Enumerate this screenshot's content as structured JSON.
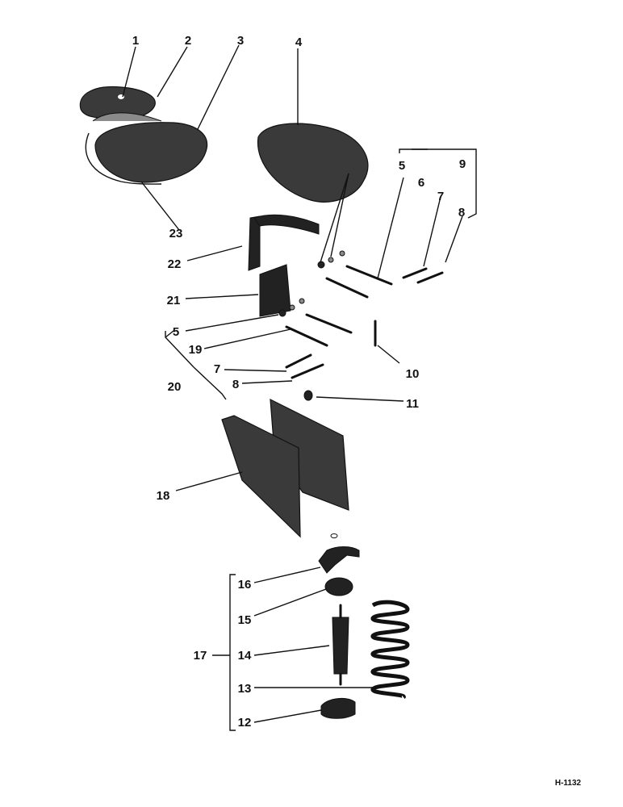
{
  "diagram": {
    "figure_id": "H-1132",
    "callouts": [
      {
        "key": "c1",
        "label": "1"
      },
      {
        "key": "c2",
        "label": "2"
      },
      {
        "key": "c3",
        "label": "3"
      },
      {
        "key": "c4",
        "label": "4"
      },
      {
        "key": "c5a",
        "label": "5"
      },
      {
        "key": "c6",
        "label": "6"
      },
      {
        "key": "c7a",
        "label": "7"
      },
      {
        "key": "c8a",
        "label": "8"
      },
      {
        "key": "c9",
        "label": "9"
      },
      {
        "key": "c10",
        "label": "10"
      },
      {
        "key": "c11",
        "label": "11"
      },
      {
        "key": "c12",
        "label": "12"
      },
      {
        "key": "c13",
        "label": "13"
      },
      {
        "key": "c14",
        "label": "14"
      },
      {
        "key": "c15",
        "label": "15"
      },
      {
        "key": "c16",
        "label": "16"
      },
      {
        "key": "c17",
        "label": "17"
      },
      {
        "key": "c18",
        "label": "18"
      },
      {
        "key": "c19",
        "label": "19"
      },
      {
        "key": "c20",
        "label": "20"
      },
      {
        "key": "c21",
        "label": "21"
      },
      {
        "key": "c22",
        "label": "22"
      },
      {
        "key": "c23",
        "label": "23"
      },
      {
        "key": "c5b",
        "label": "5"
      },
      {
        "key": "c7b",
        "label": "7"
      },
      {
        "key": "c8b",
        "label": "8"
      }
    ]
  }
}
